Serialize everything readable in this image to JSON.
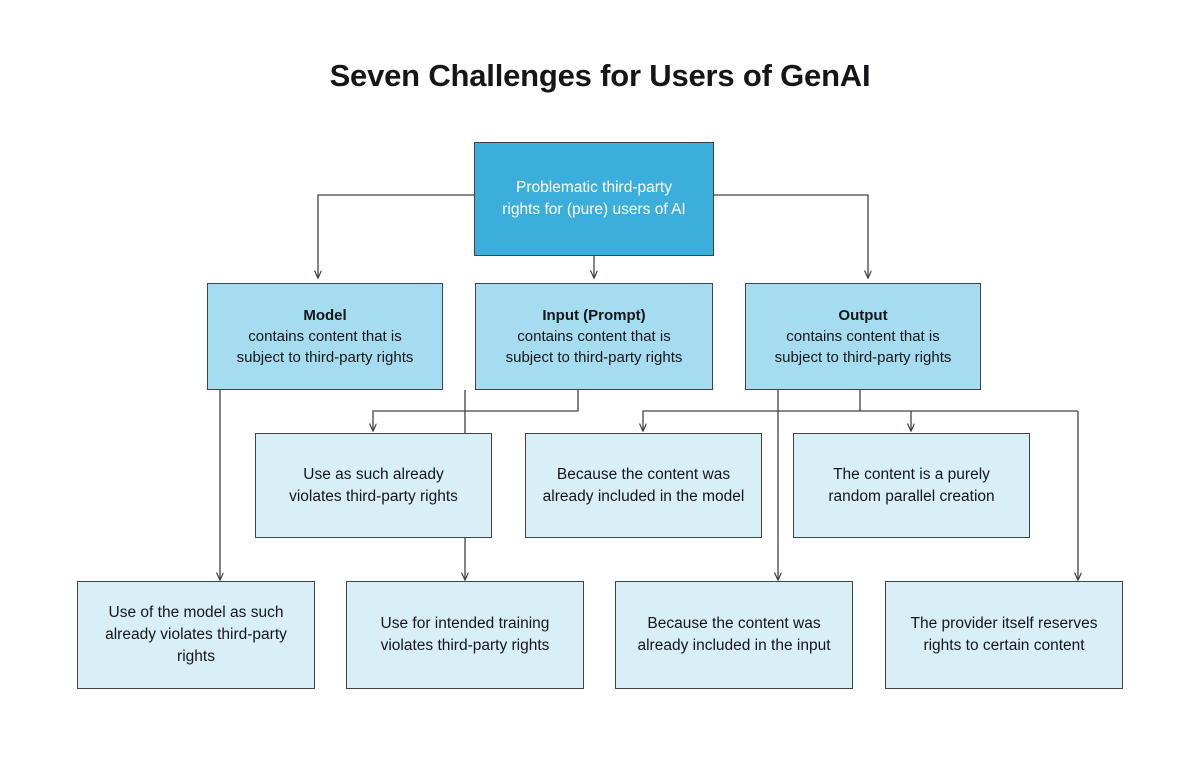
{
  "page": {
    "title": "Seven Challenges for Users of GenAI",
    "background_color": "#ffffff"
  },
  "colors": {
    "root_fill": "#3BAEDC",
    "root_text": "#ffffff",
    "level2_fill": "#A6DCF0",
    "level3_fill": "#D9EFF7",
    "level4_fill": "#D9EFF7",
    "border": "#3d4349",
    "connector": "#3d4349",
    "text": "#14161a"
  },
  "chart_data": {
    "type": "diagram",
    "title": "Seven Challenges for Users of GenAI",
    "diagram_kind": "hierarchical-flowchart",
    "levels": 4,
    "nodes": [
      {
        "id": "root",
        "level": 1,
        "lines": [
          "Problematic third-party",
          "rights for (pure) users of AI"
        ],
        "fill": "#3BAEDC"
      },
      {
        "id": "model",
        "level": 2,
        "lines": [
          "Model",
          "contains content that is",
          "subject to third-party rights"
        ],
        "heading_line": 0,
        "fill": "#A6DCF0"
      },
      {
        "id": "input",
        "level": 2,
        "lines": [
          "Input (Prompt)",
          "contains content that is",
          "subject to third-party rights"
        ],
        "heading_line": 0,
        "fill": "#A6DCF0"
      },
      {
        "id": "output",
        "level": 2,
        "lines": [
          "Output",
          "contains content that is",
          "subject to third-party rights"
        ],
        "heading_line": 0,
        "fill": "#A6DCF0"
      },
      {
        "id": "use-as-such",
        "level": 3,
        "lines": [
          "Use as such already",
          "violates third-party rights"
        ],
        "fill": "#D9EFF7"
      },
      {
        "id": "already-in-model",
        "level": 3,
        "lines": [
          "Because the content was",
          "already included in the model"
        ],
        "fill": "#D9EFF7"
      },
      {
        "id": "random-parallel",
        "level": 3,
        "lines": [
          "The content is a purely",
          "random parallel creation"
        ],
        "fill": "#D9EFF7"
      },
      {
        "id": "use-of-model",
        "level": 4,
        "lines": [
          "Use of the model as such",
          "already violates third-party",
          "rights"
        ],
        "fill": "#D9EFF7"
      },
      {
        "id": "intended-training",
        "level": 4,
        "lines": [
          "Use for intended training",
          "violates third-party rights"
        ],
        "fill": "#D9EFF7"
      },
      {
        "id": "already-in-input",
        "level": 4,
        "lines": [
          "Because the content was",
          "already included in the input"
        ],
        "fill": "#D9EFF7"
      },
      {
        "id": "provider-reserves",
        "level": 4,
        "lines": [
          "The provider itself reserves",
          "rights to certain content"
        ],
        "fill": "#D9EFF7"
      }
    ],
    "edges": [
      {
        "from": "root",
        "to": "model"
      },
      {
        "from": "root",
        "to": "input"
      },
      {
        "from": "root",
        "to": "output"
      },
      {
        "from": "model",
        "to": "use-as-such"
      },
      {
        "from": "model",
        "to": "use-of-model"
      },
      {
        "from": "input",
        "to": "use-as-such"
      },
      {
        "from": "input",
        "to": "intended-training"
      },
      {
        "from": "output",
        "to": "already-in-model"
      },
      {
        "from": "output",
        "to": "random-parallel"
      },
      {
        "from": "output",
        "to": "already-in-input"
      },
      {
        "from": "output",
        "to": "provider-reserves"
      }
    ]
  },
  "nodes": {
    "root": {
      "line1": "Problematic third-party",
      "line2": "rights for (pure) users of AI"
    },
    "model": {
      "line1": "Model",
      "line2": "contains content that is",
      "line3": "subject to third-party rights"
    },
    "input": {
      "line1": "Input (Prompt)",
      "line2": "contains content that is",
      "line3": "subject to third-party rights"
    },
    "output": {
      "line1": "Output",
      "line2": "contains content that is",
      "line3": "subject to third-party rights"
    },
    "use_as_such": {
      "line1": "Use as such already",
      "line2": "violates third-party rights"
    },
    "already_in_model": {
      "line1": "Because the content was",
      "line2": "already included in the model"
    },
    "random_parallel": {
      "line1": "The content is a purely",
      "line2": "random parallel creation"
    },
    "use_of_model": {
      "line1": "Use of the model as such",
      "line2": "already violates third-party",
      "line3": "rights"
    },
    "intended_training": {
      "line1": "Use for intended training",
      "line2": "violates third-party rights"
    },
    "already_in_input": {
      "line1": "Because the content was",
      "line2": "already included in the input"
    },
    "provider_reserves": {
      "line1": "The provider itself reserves",
      "line2": "rights to certain content"
    }
  }
}
